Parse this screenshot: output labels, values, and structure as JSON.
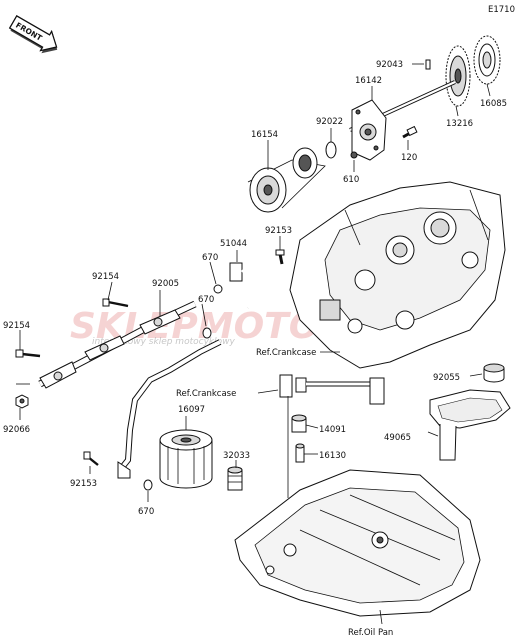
{
  "diagram_code": "E1710",
  "front_label": "FRONT",
  "watermark": {
    "brand": "SKLEPMOTO24",
    "tagline": "internetowy sklep motocyklowy"
  },
  "parts": {
    "p92043": "92043",
    "p16085": "16085",
    "p16142": "16142",
    "p13216": "13216",
    "p92022": "92022",
    "p16154": "16154",
    "p120": "120",
    "p610": "610",
    "p51044": "51044",
    "p92153a": "92153",
    "p670a": "670",
    "p92154a": "92154",
    "p92005": "92005",
    "p670b": "670",
    "p92154b": "92154",
    "p92066": "92066",
    "p92055": "92055",
    "p16097": "16097",
    "p14091": "14091",
    "p49065": "49065",
    "p32033": "32033",
    "p16130": "16130",
    "p92153b": "92153",
    "p670c": "670"
  },
  "references": {
    "crankcase1": "Ref.Crankcase",
    "crankcase2": "Ref.Crankcase",
    "oil_pan": "Ref.Oil Pan"
  }
}
